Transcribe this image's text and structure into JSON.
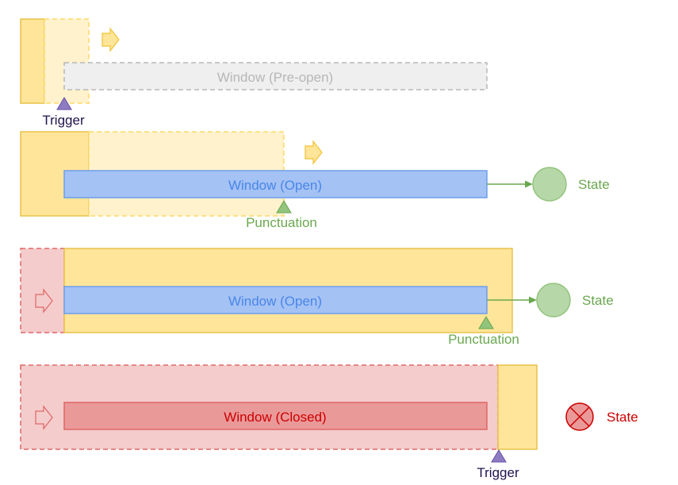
{
  "colors": {
    "yellow_fill": "#ffe599",
    "yellow_stroke": "#e8c24a",
    "yellow_light_fill": "#fff2cc",
    "gray_fill": "#efefef",
    "gray_stroke": "#b7b7b7",
    "gray_text": "#b7b7b7",
    "blue_fill": "#a4c2f4",
    "blue_stroke": "#6d9eeb",
    "blue_text": "#4a86e8",
    "green_fill": "#b6d7a8",
    "green_stroke": "#93c47d",
    "green_text": "#6aa84f",
    "red_fill": "#f4cccc",
    "red_stroke": "#e06666",
    "red_window_fill": "#ea9999",
    "red_text": "#cc0000",
    "purple_marker": "#8e7cc3",
    "navy_text": "#20124d"
  },
  "rows": [
    {
      "window_label": "Window (Pre-open)",
      "marker_label": "Trigger"
    },
    {
      "window_label": "Window (Open)",
      "marker_label": "Punctuation",
      "state_label": "State"
    },
    {
      "window_label": "Window (Open)",
      "marker_label": "Punctuation",
      "state_label": "State"
    },
    {
      "window_label": "Window (Closed)",
      "marker_label": "Trigger",
      "state_label": "State"
    }
  ]
}
